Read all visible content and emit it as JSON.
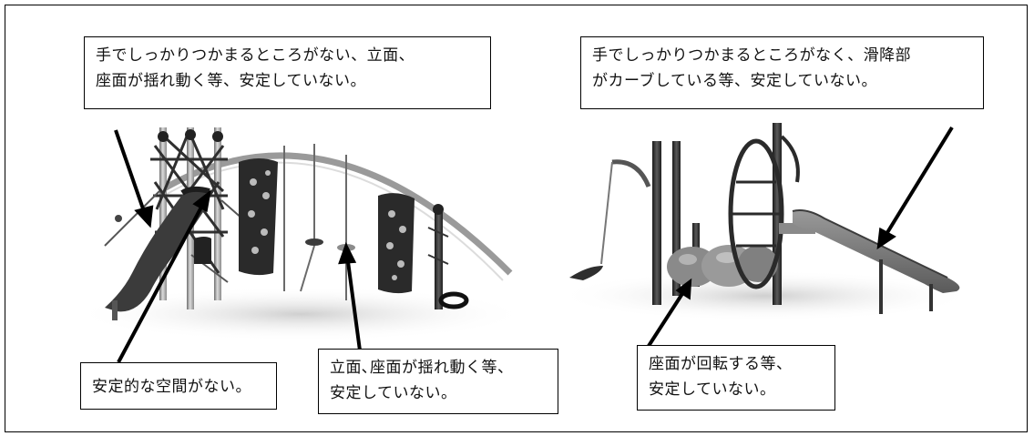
{
  "callouts": {
    "top_left": {
      "line1": "手でしっかりつかまるところがない、立面、",
      "line2": "座面が揺れ動く等、安定していない。"
    },
    "top_right": {
      "line1": "手でしっかりつかまるところがなく、滑降部",
      "line2": "がカーブしている等、安定していない。"
    },
    "bottom_left": {
      "line1": "安定的な空間がない。"
    },
    "bottom_middle": {
      "line1": "立面､座面が揺れ動く等、",
      "line2": "安定していない。"
    },
    "bottom_right": {
      "line1": "座面が回転する等、",
      "line2": "安定していない。"
    }
  },
  "colors": {
    "border": "#000000",
    "equipment_dark": "#2b2b2b",
    "equipment_mid": "#7a7a7a",
    "equipment_light": "#b5b5b5"
  }
}
